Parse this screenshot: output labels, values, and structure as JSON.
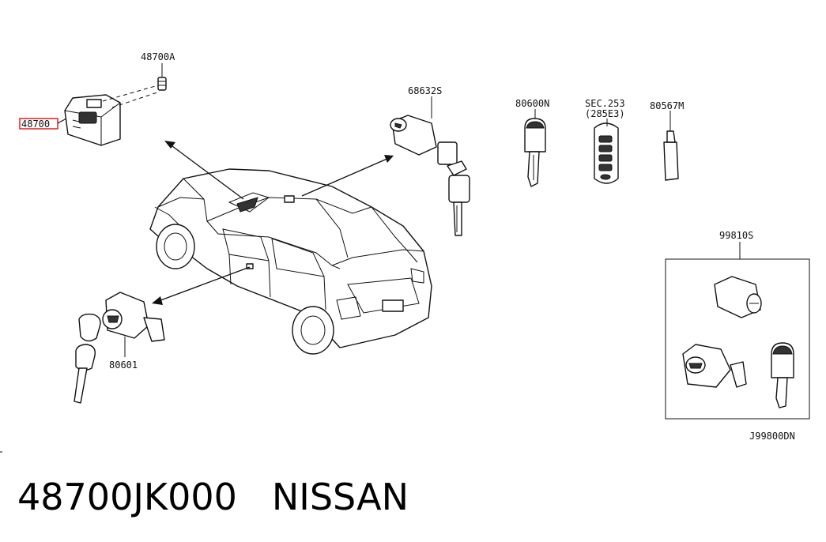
{
  "diagram": {
    "labels": {
      "clip": "48700A",
      "module": "48700",
      "cylinder_set": "68632S",
      "key_blank": "80600N",
      "sec_line1": "SEC.253",
      "sec_line2": "(285E3)",
      "emergency_key": "80567M",
      "lock_kit": "99810S",
      "door_lock": "80601",
      "drawing_code": "J99800DN"
    },
    "highlight_color": "#e0201c"
  },
  "footer": {
    "part_number": "48700JK000",
    "brand": "NISSAN"
  }
}
